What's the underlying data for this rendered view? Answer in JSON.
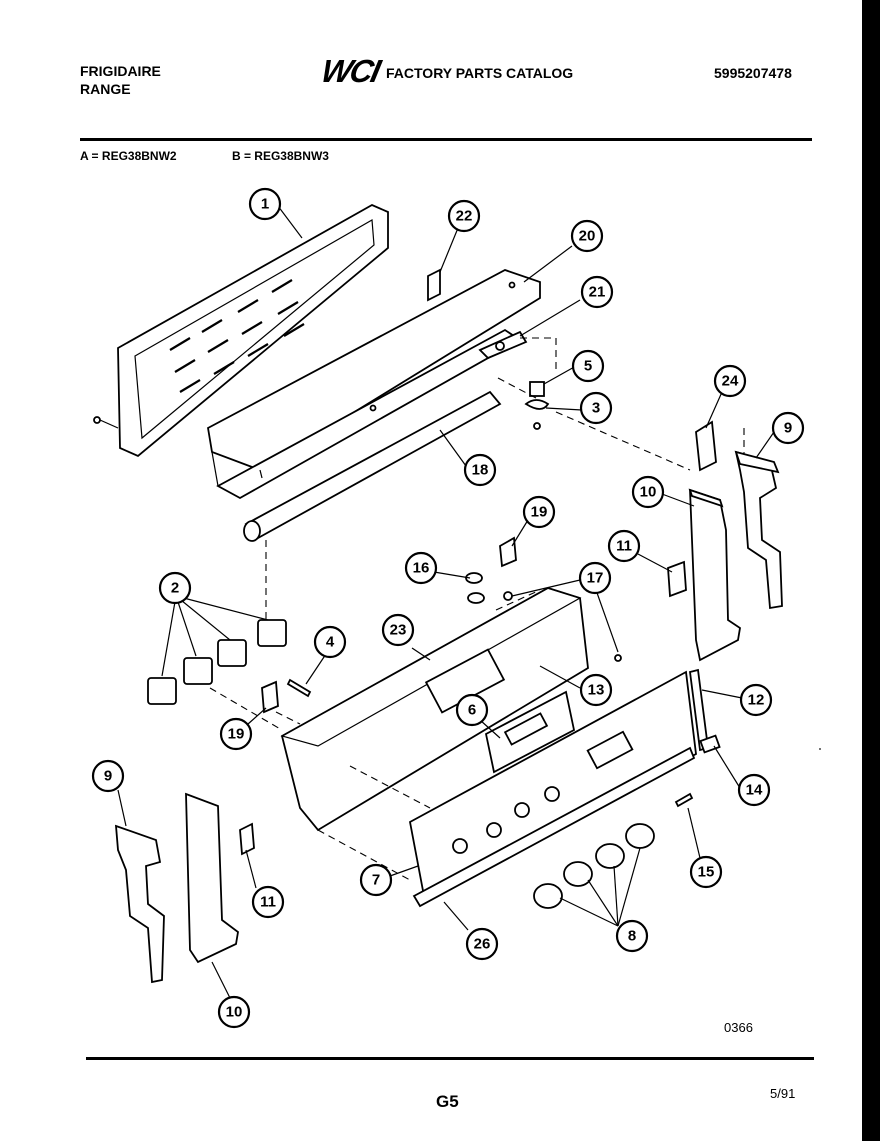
{
  "header": {
    "brand_line1": "FRIGIDAIRE",
    "brand_line2": "RANGE",
    "logo": "WCI",
    "catalog_title": "FACTORY PARTS CATALOG",
    "part_number": "5995207478"
  },
  "models": {
    "a": "A = REG38BNW2",
    "b": "B = REG38BNW3"
  },
  "callouts": [
    "1",
    "22",
    "20",
    "21",
    "5",
    "3",
    "24",
    "9",
    "18",
    "10",
    "19",
    "11",
    "16",
    "17",
    "2",
    "4",
    "23",
    "13",
    "12",
    "6",
    "19",
    "9",
    "14",
    "15",
    "7",
    "11",
    "8",
    "26",
    "10"
  ],
  "footer": {
    "drawing_code": "0366",
    "page": "G5",
    "date": "5/91"
  }
}
